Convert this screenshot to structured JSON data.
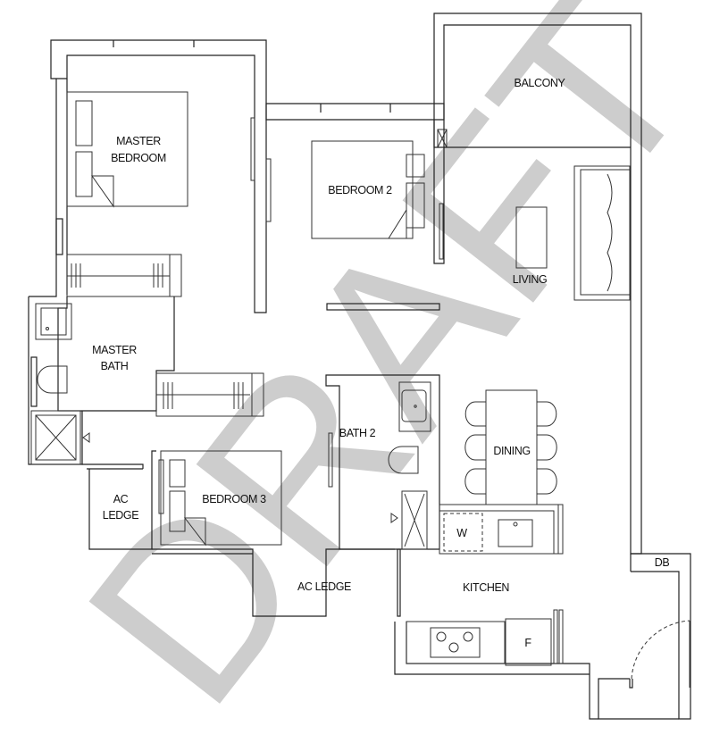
{
  "watermark": "DRAFT",
  "rooms": {
    "master_bedroom": [
      "MASTER",
      "BEDROOM"
    ],
    "bedroom_2": "BEDROOM 2",
    "balcony": "BALCONY",
    "living": "LIVING",
    "master_bath": [
      "MASTER",
      "BATH"
    ],
    "bath_2": "BATH 2",
    "dining": "DINING",
    "ac_ledge_left": [
      "AC",
      "LEDGE"
    ],
    "bedroom_3": "BEDROOM 3",
    "ac_ledge_bottom": "AC LEDGE",
    "kitchen": "KITCHEN",
    "db": "DB"
  },
  "fixtures": {
    "washer": "W",
    "fridge": "F"
  }
}
